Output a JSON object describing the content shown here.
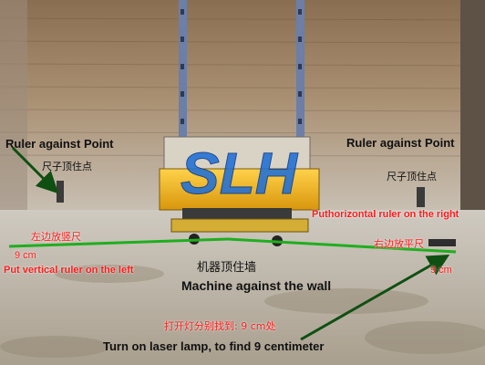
{
  "labels": {
    "ruler_left": "Ruler against Point",
    "ruler_right": "Ruler against Point",
    "cn_ruler_left": "尺子顶住点",
    "cn_ruler_right": "尺子顶住点",
    "cn_left_vertical": "左边放竖尺",
    "left_cm": "9 cm",
    "en_left_vertical": "Put vertical ruler on the left",
    "cn_machine": "机器顶住墙",
    "en_machine": "Machine against the wall",
    "cn_right_horizontal": "右边放平尺",
    "en_right_horizontal": "Puthorizontal ruler on the right",
    "right_cm": "9 cm",
    "cn_laser": "打开灯分别找到: 9 cm处",
    "en_laser": "Turn on laser lamp, to find  9  centimeter"
  },
  "colors": {
    "laser_line": "#1fae1f",
    "arrow": "#0f4f12",
    "red_text": "#ff1a1a",
    "machine_body": "#f2b51c",
    "logo": "#1f6fd8"
  },
  "logo_text": "SLH"
}
